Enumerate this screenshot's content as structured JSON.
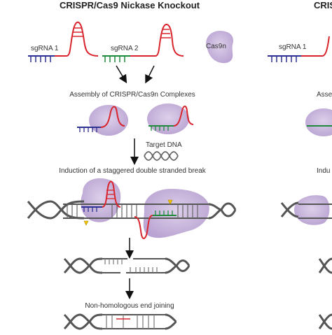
{
  "left_panel": {
    "title": "CRISPR/Cas9 Nickase Knockout",
    "sgrna1_label": "sgRNA 1",
    "sgrna2_label": "sgRNA 2",
    "cas9n_label": "Cas9n",
    "assembly_label": "Assembly of CRISPR/Cas9n Complexes",
    "target_dna_label": "Target DNA",
    "induction_label": "Induction of a staggered double stranded break",
    "nhej_label": "Non-homologous end joining"
  },
  "right_panel": {
    "title_fragment": "CRIS",
    "sgrna1_label": "sgRNA 1",
    "assembly_fragment": "Asse",
    "induction_fragment": "Indu"
  },
  "colors": {
    "cas9n_purple": "#c9b6dc",
    "sgrna_red": "#d9262e",
    "sgrna1_blue": "#2e3192",
    "sgrna2_green": "#1f8a3c",
    "dna_gray": "#666666",
    "cut_marker_yellow": "#f2c500",
    "arrow_black": "#111111"
  }
}
